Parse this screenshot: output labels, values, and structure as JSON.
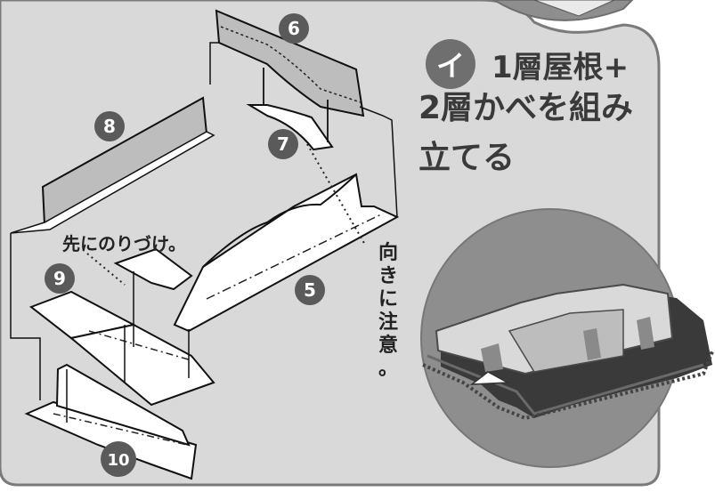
{
  "colors": {
    "panel": "#d9d9d9",
    "panel_border": "#7a7a7a",
    "badge": "#5a5a5a",
    "step_mark": "#6f6f6f",
    "photo_bg": "#8e8e8e"
  },
  "step": {
    "mark": "イ",
    "title_line1": "1層屋根+",
    "title_line2": "2層かべを組み",
    "title_line3": "立てる"
  },
  "parts": {
    "p5": "5",
    "p6": "6",
    "p7": "7",
    "p8": "8",
    "p9": "9",
    "p10": "10"
  },
  "notes": {
    "glue_first": "先にのりづけ。",
    "orientation": [
      "向",
      "き",
      "に",
      "注",
      "意",
      "。"
    ]
  }
}
